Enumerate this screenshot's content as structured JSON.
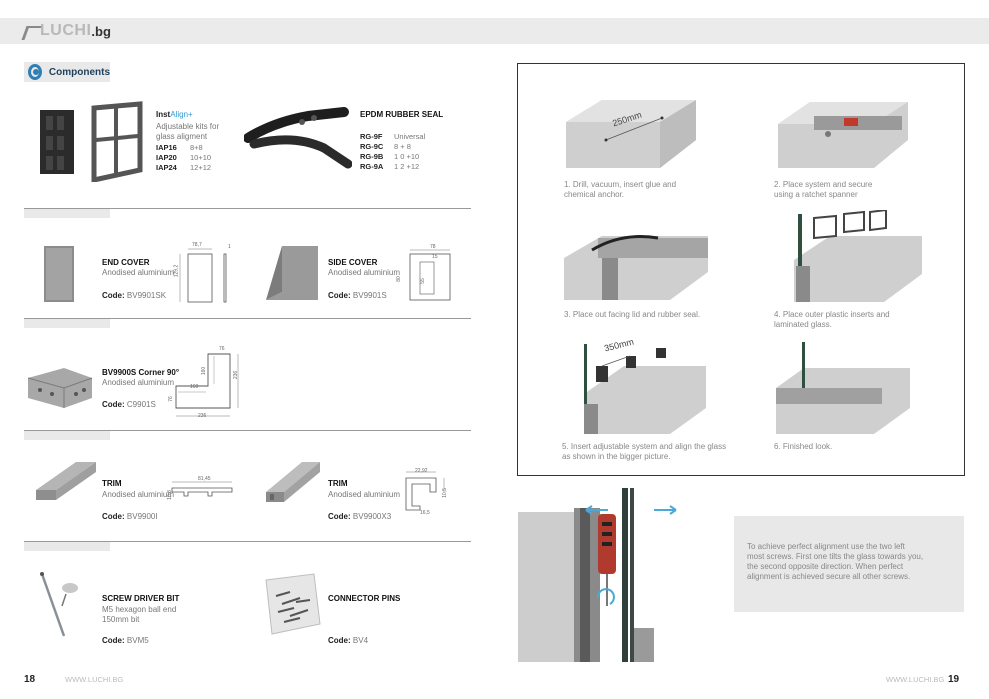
{
  "header": {
    "brand": "LUCHI",
    "tld": ".bg"
  },
  "section": {
    "title": "Components"
  },
  "instalign": {
    "name_a": "Inst",
    "name_b": "Align+",
    "desc_1": "Adjustable kits for",
    "desc_2": "glass aligment",
    "rows": [
      {
        "k": "IAP16",
        "v": "8+8"
      },
      {
        "k": "IAP20",
        "v": "10+10"
      },
      {
        "k": "IAP24",
        "v": "12+12"
      }
    ]
  },
  "epdm": {
    "title": "EPDM RUBBER SEAL",
    "rows": [
      {
        "k": "RG-9F",
        "v": "Universal"
      },
      {
        "k": "RG-9C",
        "v": "8 + 8"
      },
      {
        "k": "RG-9B",
        "v": "1 0 +10"
      },
      {
        "k": "RG-9A",
        "v": "1 2 +12"
      }
    ]
  },
  "end_cover": {
    "title": "END COVER",
    "material": "Anodised aluminium",
    "code_label": "Code:",
    "code": "BV9901SK",
    "dim_w": "78,7",
    "dim_h": "129,2",
    "dim_t": "1"
  },
  "side_cover": {
    "title": "SIDE COVER",
    "material": "Anodised aluminium",
    "code_label": "Code:",
    "code": "BV9901S",
    "dim_w": "78",
    "dim_a": "15",
    "dim_b": "55",
    "dim_h": "80"
  },
  "corner": {
    "title": "BV9900S Corner 90°",
    "material": "Anodised aluminium",
    "code_label": "Code:",
    "code": "C9901S",
    "dim_76a": "76",
    "dim_160a": "160",
    "dim_236a": "236",
    "dim_160b": "160",
    "dim_76b": "76",
    "dim_236b": "236"
  },
  "trim1": {
    "title": "TRIM",
    "material": "Anodised aluminium",
    "code_label": "Code:",
    "code": "BV9900I",
    "dim_w": "81,45",
    "dim_h": "10,8"
  },
  "trim2": {
    "title": "TRIM",
    "material": "Anodised aluminium",
    "code_label": "Code:",
    "code": "BV9900X3",
    "dim_w": "22,92",
    "dim_h": "10,5",
    "dim_b": "16,5"
  },
  "screwdriver": {
    "title": "SCREW DRIVER BIT",
    "desc_1": "M5 hexagon ball end",
    "desc_2": "150mm bit",
    "code_label": "Code:",
    "code": "BVM5"
  },
  "pins": {
    "title": "CONNECTOR PINS",
    "code_label": "Code:",
    "code": "BV4"
  },
  "steps": [
    {
      "line1": "1. Drill, vacuum, insert glue and",
      "line2": "chemical anchor.",
      "label": "250mm"
    },
    {
      "line1": "2. Place system and secure",
      "line2": "using a ratchet spanner"
    },
    {
      "line1": "3. Place out facing lid and rubber seal.",
      "line2": ""
    },
    {
      "line1": "4. Place outer plastic inserts and",
      "line2": "laminated glass."
    },
    {
      "line1": "5. Insert adjustable system and align the glass",
      "line2": "as shown in the bigger picture.",
      "label": "350mm"
    },
    {
      "line1": "6. Finished look.",
      "line2": ""
    }
  ],
  "tip": {
    "line1": "To achieve perfect alignment use the two left",
    "line2": "most screws. First one tilts the glass towards you,",
    "line3": "the second opposite direction. When perfect",
    "line4": "alignment is achieved secure all other screws."
  },
  "footer": {
    "left_num": "18",
    "left_url": "WWW.LUCHI.BG",
    "right_num": "19",
    "right_url": "WWW.LUCHI.BG"
  },
  "colors": {
    "accent": "#2e7fb5",
    "arrow": "#4aa9d8",
    "concrete": "#c9c9c9",
    "metal": "#9a9a9a"
  }
}
